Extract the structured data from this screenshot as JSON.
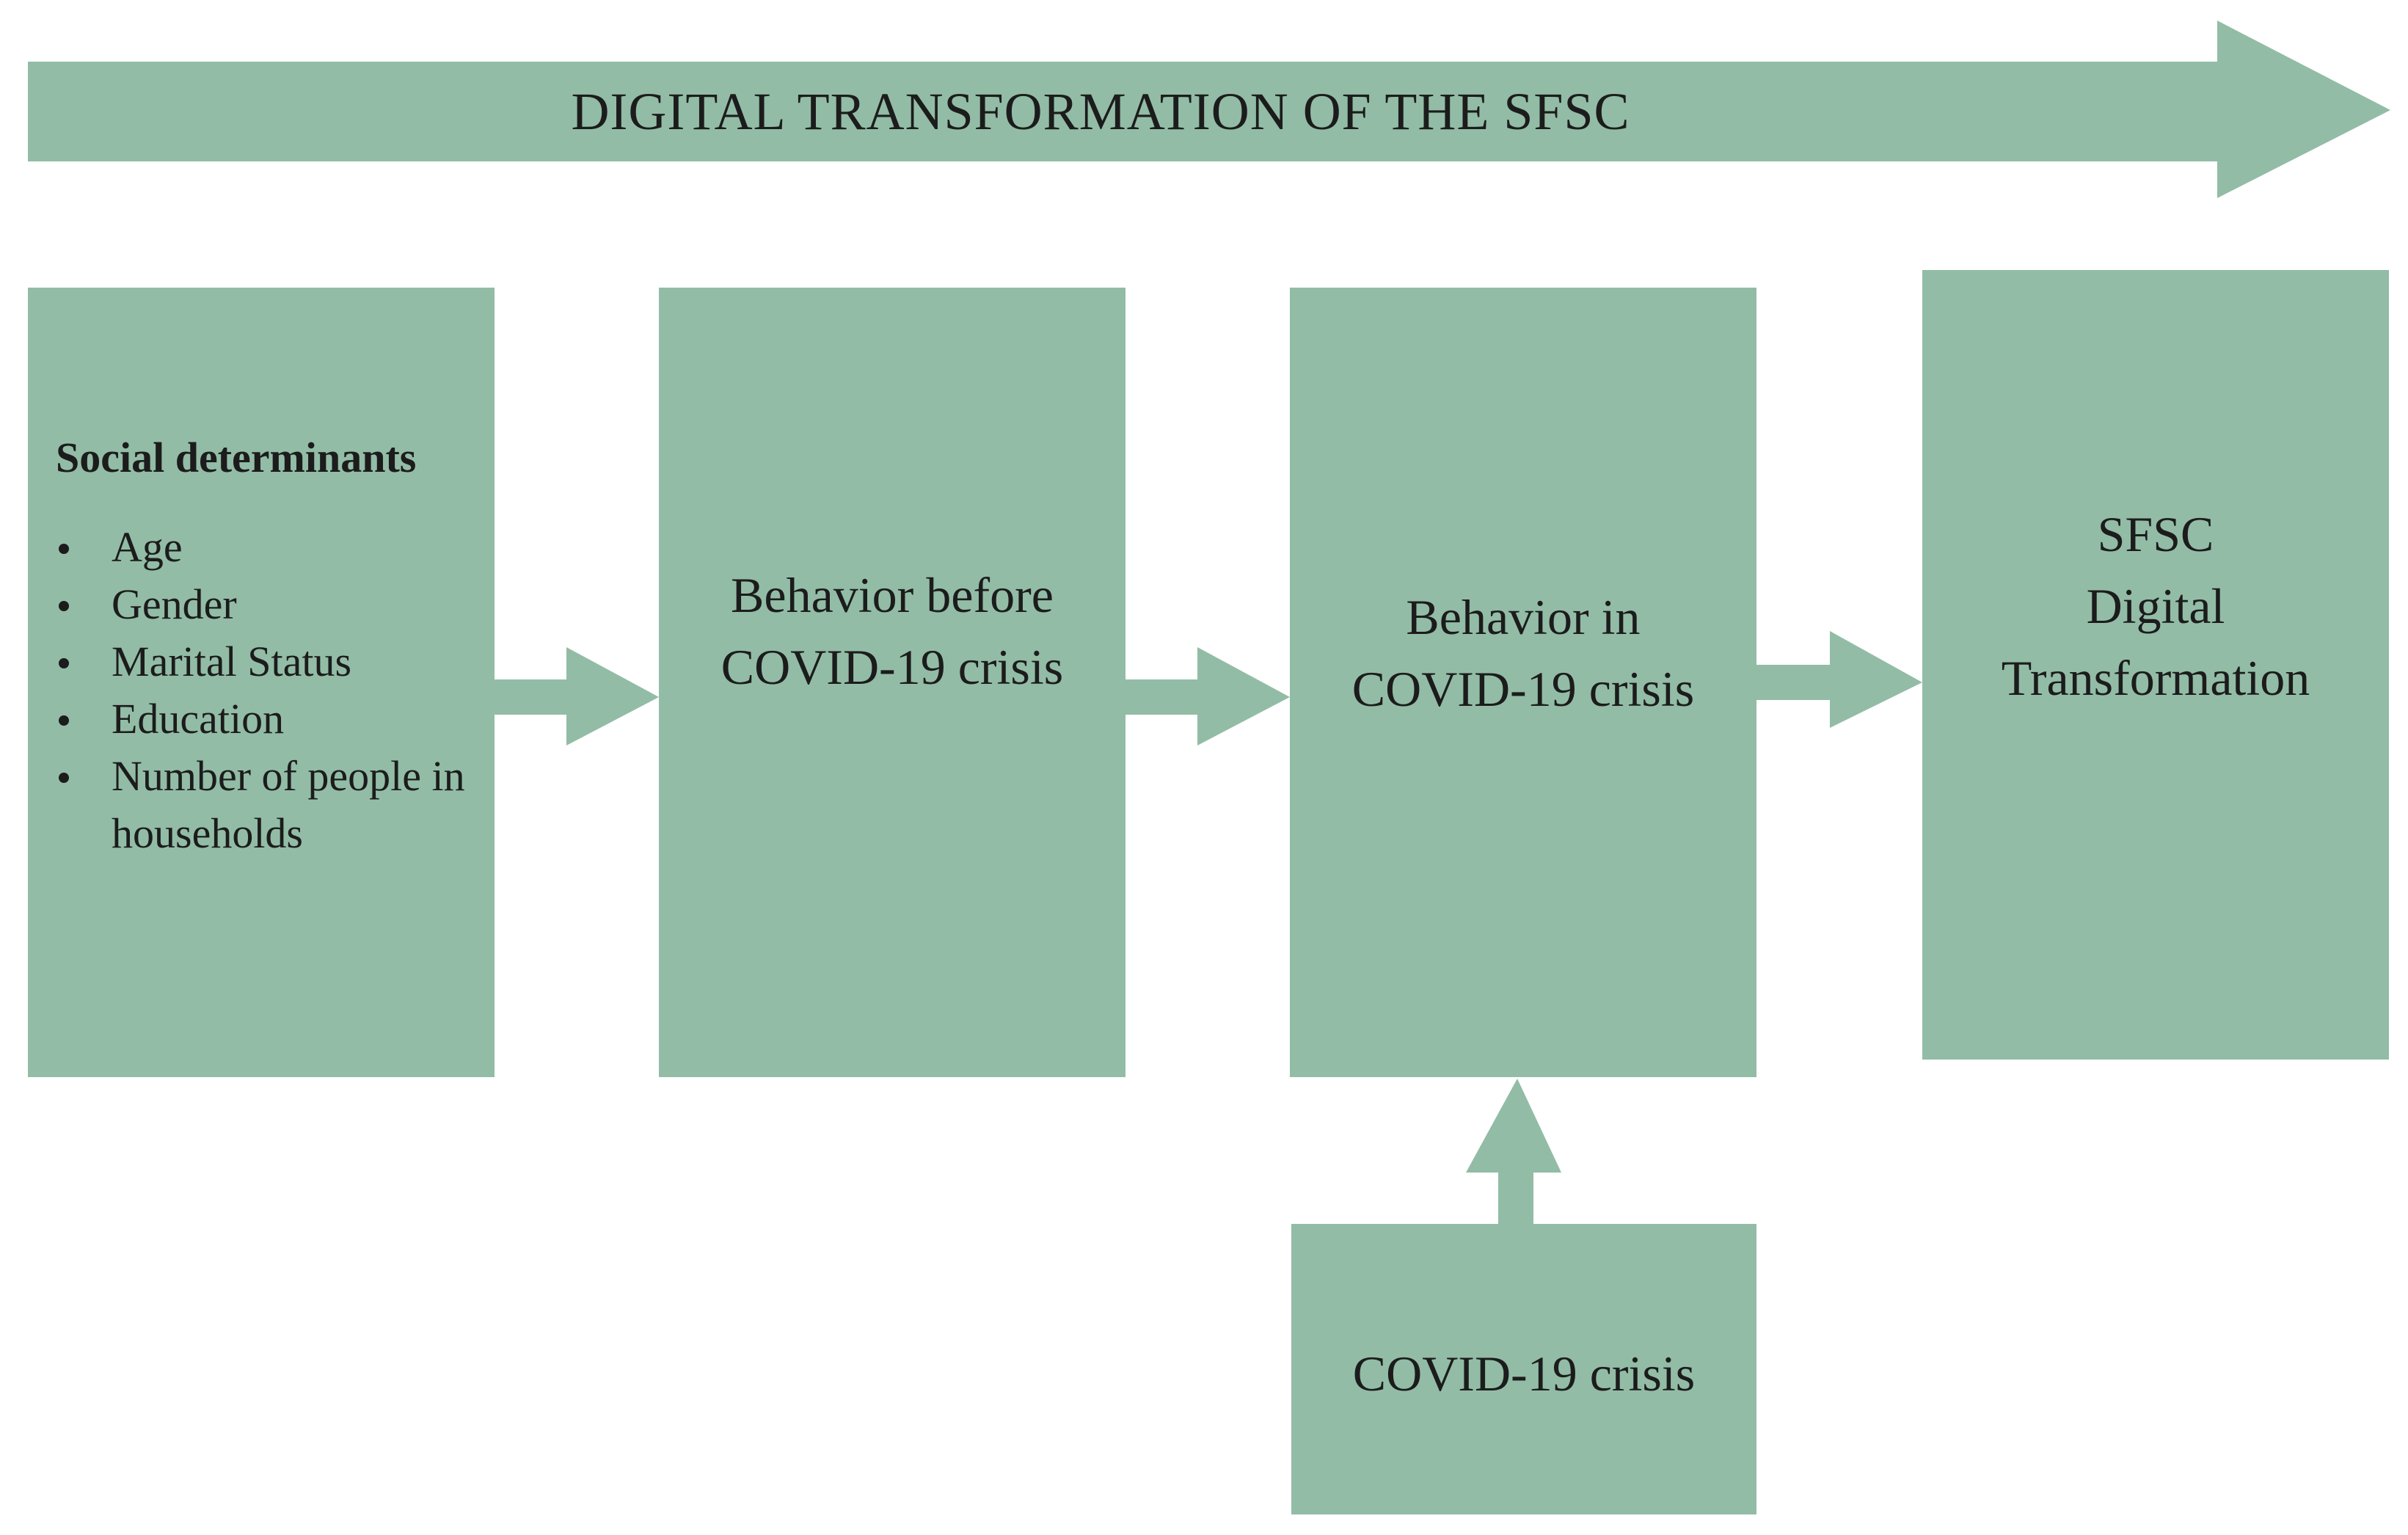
{
  "banner": {
    "title": "DIGITAL TRANSFORMATION OF THE SFSC"
  },
  "social_determinants": {
    "title": "Social determinants",
    "items": [
      "Age",
      "Gender",
      "Marital Status",
      "Education",
      "Number of people in households"
    ]
  },
  "boxes": {
    "before": [
      "Behavior before",
      "COVID-19 crisis"
    ],
    "during": [
      "Behavior in",
      "COVID-19 crisis"
    ],
    "outcome": [
      "SFSC",
      "Digital",
      "Transformation"
    ],
    "crisis": [
      "COVID-19 crisis"
    ]
  },
  "colors": {
    "shape_fill": "#92bca6",
    "text": "#1c1c1c",
    "background": "#ffffff"
  }
}
